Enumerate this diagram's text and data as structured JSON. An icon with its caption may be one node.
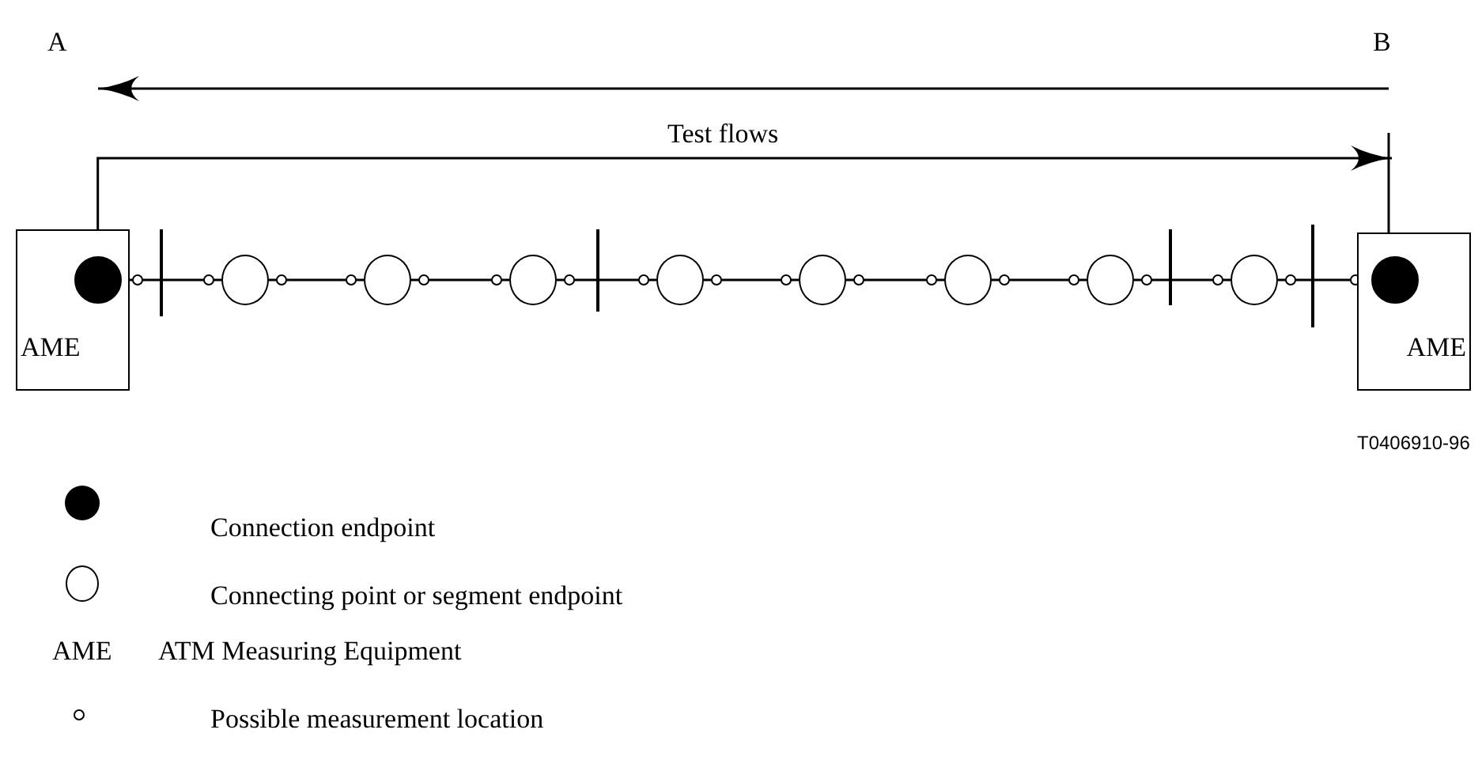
{
  "diagram": {
    "nodes": [
      {
        "text": [
          "A"
        ]
      },
      {
        "text": [
          "B"
        ]
      },
      {
        "text": [
          "AME"
        ]
      },
      {
        "text": [],
        "shape": "circle",
        "in": 2
      },
      {
        "text": [],
        "shape": "circle"
      },
      {
        "text": [],
        "shape": "circle"
      },
      {
        "text": [],
        "shape": "circle"
      },
      {
        "text": [],
        "shape": "circle"
      },
      {
        "text": [],
        "shape": "circle"
      },
      {
        "text": [],
        "shape": "circle"
      },
      {
        "text": [],
        "shape": "circle"
      },
      {
        "text": [],
        "shape": "circle"
      },
      {
        "text": [
          "AME"
        ]
      },
      {
        "text": [],
        "shape": "circle",
        "in": 12
      }
    ],
    "edges": [
      {
        "from": 1,
        "to": 0,
        "arrow": "to"
      },
      {
        "from": 2,
        "to": null,
        "label": "Test flows",
        "arrow": "to"
      },
      {
        "from": 3,
        "to": 4,
        "arrow": "none"
      },
      {
        "from": 4,
        "to": 5,
        "arrow": "none"
      },
      {
        "from": 5,
        "to": 6,
        "arrow": "none"
      },
      {
        "from": 6,
        "to": 7,
        "arrow": "none"
      },
      {
        "from": 7,
        "to": 8,
        "arrow": "none"
      },
      {
        "from": 8,
        "to": 9,
        "arrow": "none"
      },
      {
        "from": 9,
        "to": 10,
        "arrow": "none"
      },
      {
        "from": 10,
        "to": 11,
        "arrow": "none"
      },
      {
        "from": 11,
        "to": 13,
        "arrow": "none"
      }
    ],
    "labels": [
      "T0406910-96",
      "AME"
    ],
    "legend": [
      {
        "text": "Connection endpoint"
      },
      {
        "text": "Connecting point or segment endpoint"
      },
      {
        "text": "ATM Measuring Equipment"
      },
      {
        "text": "Possible measurement location"
      }
    ]
  }
}
